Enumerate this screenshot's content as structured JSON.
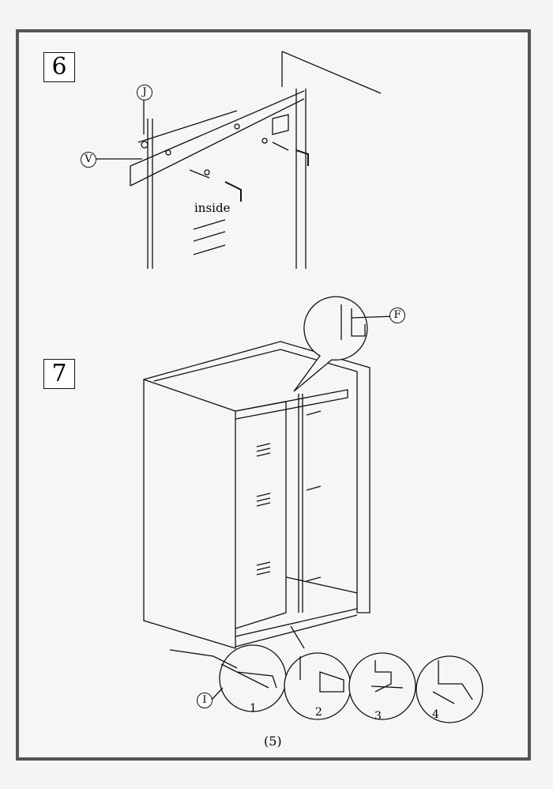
{
  "steps": {
    "step6": "6",
    "step7": "7"
  },
  "callouts": {
    "j": "J",
    "v": "V",
    "f": "F",
    "i": "I"
  },
  "labels": {
    "inside": "inside",
    "sub1": "1",
    "sub2": "2",
    "sub3": "3",
    "sub4": "4"
  },
  "page_number": "(5)"
}
